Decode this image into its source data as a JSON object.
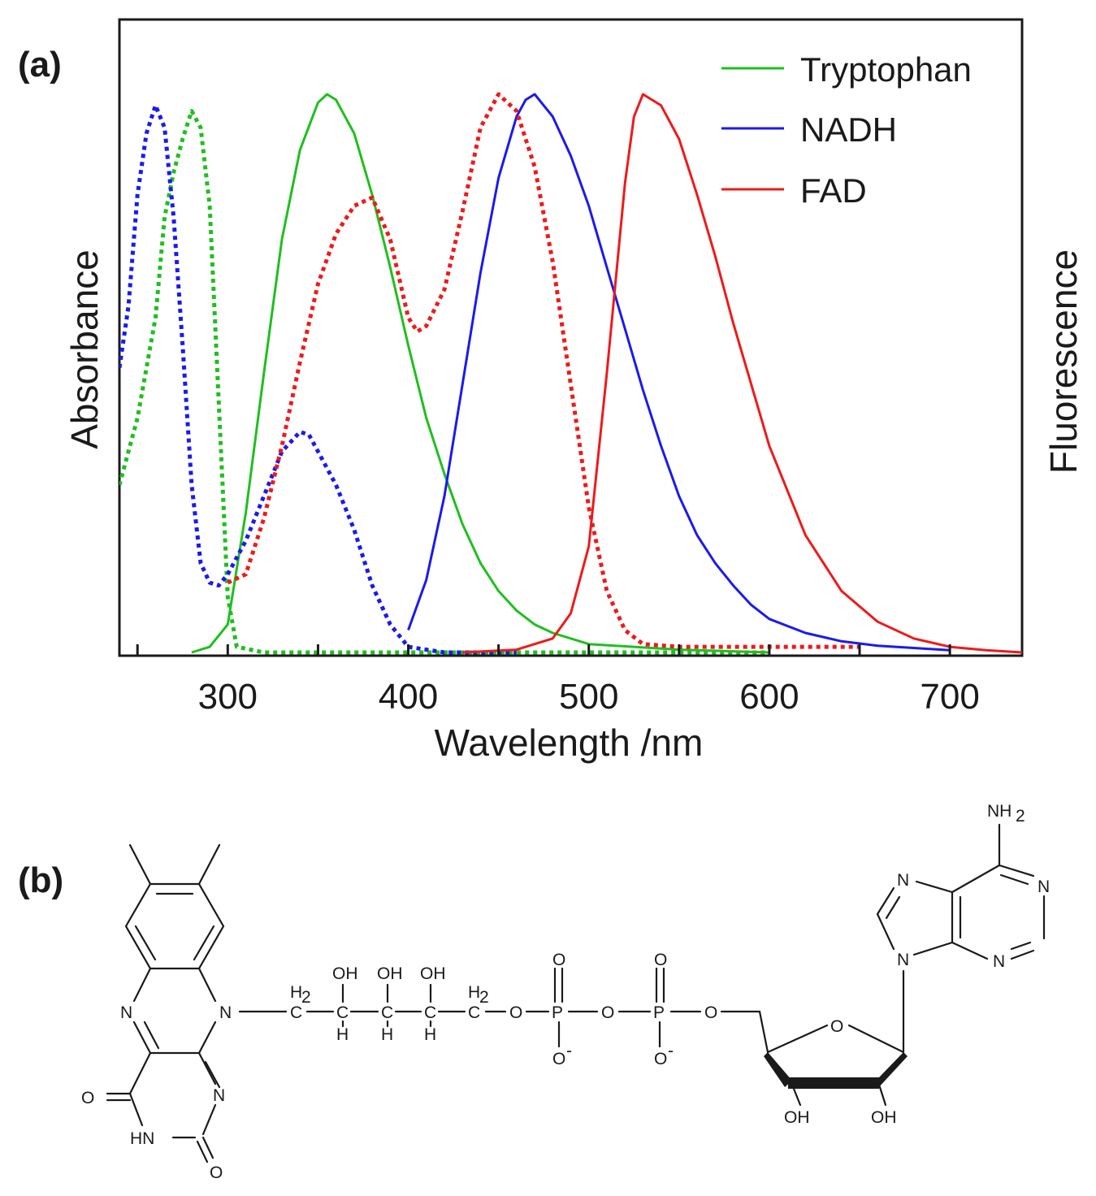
{
  "panels": {
    "a_label": "(a)",
    "b_label": "(b)"
  },
  "chart_data": {
    "type": "line",
    "title": "",
    "xlabel": "Wavelength /nm",
    "ylabel_left": "Absorbance",
    "ylabel_right": "Fluorescence",
    "xlim": [
      240,
      740
    ],
    "ylim": [
      0,
      1
    ],
    "xticks": [
      300,
      400,
      500,
      600,
      700
    ],
    "xtick_labels": [
      "300",
      "400",
      "500",
      "600",
      "700"
    ],
    "legend_position": "top-right",
    "legend_note_style": "solid",
    "series": [
      {
        "name": "Tryptophan",
        "kind": "absorbance",
        "color": "#1fbf1f",
        "dash": "dotted",
        "points": [
          [
            240,
            0.3
          ],
          [
            250,
            0.42
          ],
          [
            260,
            0.6
          ],
          [
            265,
            0.78
          ],
          [
            270,
            0.86
          ],
          [
            275,
            0.92
          ],
          [
            280,
            0.97
          ],
          [
            285,
            0.94
          ],
          [
            290,
            0.8
          ],
          [
            295,
            0.45
          ],
          [
            300,
            0.1
          ],
          [
            305,
            0.01
          ],
          [
            320,
            0.0
          ],
          [
            380,
            0.0
          ],
          [
            420,
            0.0
          ],
          [
            500,
            0.0
          ],
          [
            600,
            0.0
          ]
        ]
      },
      {
        "name": "Tryptophan",
        "kind": "fluorescence",
        "color": "#1fbf1f",
        "dash": "solid",
        "points": [
          [
            280,
            0.0
          ],
          [
            290,
            0.01
          ],
          [
            300,
            0.05
          ],
          [
            310,
            0.25
          ],
          [
            320,
            0.5
          ],
          [
            330,
            0.74
          ],
          [
            340,
            0.9
          ],
          [
            350,
            0.985
          ],
          [
            355,
            1.0
          ],
          [
            360,
            0.99
          ],
          [
            370,
            0.93
          ],
          [
            380,
            0.82
          ],
          [
            390,
            0.69
          ],
          [
            400,
            0.55
          ],
          [
            410,
            0.42
          ],
          [
            420,
            0.32
          ],
          [
            430,
            0.23
          ],
          [
            440,
            0.16
          ],
          [
            450,
            0.11
          ],
          [
            460,
            0.075
          ],
          [
            470,
            0.05
          ],
          [
            480,
            0.035
          ],
          [
            490,
            0.025
          ],
          [
            500,
            0.015
          ],
          [
            550,
            0.005
          ],
          [
            600,
            0.0
          ]
        ]
      },
      {
        "name": "NADH",
        "kind": "absorbance",
        "color": "#1a1aee",
        "dash": "dotted",
        "points": [
          [
            240,
            0.51
          ],
          [
            245,
            0.62
          ],
          [
            250,
            0.82
          ],
          [
            255,
            0.93
          ],
          [
            260,
            0.98
          ],
          [
            265,
            0.94
          ],
          [
            270,
            0.78
          ],
          [
            275,
            0.55
          ],
          [
            280,
            0.3
          ],
          [
            285,
            0.16
          ],
          [
            290,
            0.125
          ],
          [
            295,
            0.12
          ],
          [
            300,
            0.14
          ],
          [
            310,
            0.2
          ],
          [
            320,
            0.28
          ],
          [
            330,
            0.36
          ],
          [
            340,
            0.395
          ],
          [
            345,
            0.39
          ],
          [
            350,
            0.36
          ],
          [
            360,
            0.3
          ],
          [
            370,
            0.22
          ],
          [
            380,
            0.12
          ],
          [
            390,
            0.05
          ],
          [
            400,
            0.01
          ],
          [
            420,
            0.0
          ],
          [
            460,
            0.0
          ]
        ]
      },
      {
        "name": "NADH",
        "kind": "fluorescence",
        "color": "#1a1aee",
        "dash": "solid",
        "points": [
          [
            400,
            0.04
          ],
          [
            410,
            0.13
          ],
          [
            420,
            0.28
          ],
          [
            430,
            0.48
          ],
          [
            440,
            0.68
          ],
          [
            450,
            0.85
          ],
          [
            460,
            0.96
          ],
          [
            465,
            0.99
          ],
          [
            470,
            1.0
          ],
          [
            480,
            0.96
          ],
          [
            490,
            0.89
          ],
          [
            500,
            0.8
          ],
          [
            510,
            0.69
          ],
          [
            520,
            0.58
          ],
          [
            530,
            0.47
          ],
          [
            540,
            0.37
          ],
          [
            550,
            0.28
          ],
          [
            560,
            0.21
          ],
          [
            570,
            0.16
          ],
          [
            580,
            0.12
          ],
          [
            590,
            0.085
          ],
          [
            600,
            0.06
          ],
          [
            620,
            0.035
          ],
          [
            640,
            0.02
          ],
          [
            660,
            0.012
          ],
          [
            680,
            0.008
          ],
          [
            700,
            0.004
          ]
        ]
      },
      {
        "name": "FAD",
        "kind": "absorbance",
        "color": "#ee1a1a",
        "dash": "dotted",
        "points": [
          [
            300,
            0.125
          ],
          [
            310,
            0.14
          ],
          [
            320,
            0.24
          ],
          [
            330,
            0.37
          ],
          [
            340,
            0.52
          ],
          [
            350,
            0.66
          ],
          [
            360,
            0.75
          ],
          [
            370,
            0.8
          ],
          [
            380,
            0.815
          ],
          [
            390,
            0.74
          ],
          [
            400,
            0.6
          ],
          [
            405,
            0.575
          ],
          [
            410,
            0.585
          ],
          [
            420,
            0.65
          ],
          [
            430,
            0.79
          ],
          [
            440,
            0.94
          ],
          [
            450,
            1.0
          ],
          [
            460,
            0.97
          ],
          [
            470,
            0.87
          ],
          [
            480,
            0.7
          ],
          [
            490,
            0.48
          ],
          [
            500,
            0.26
          ],
          [
            510,
            0.11
          ],
          [
            520,
            0.04
          ],
          [
            530,
            0.015
          ],
          [
            550,
            0.01
          ],
          [
            650,
            0.01
          ]
        ]
      },
      {
        "name": "FAD",
        "kind": "fluorescence",
        "color": "#ee1a1a",
        "dash": "solid",
        "points": [
          [
            430,
            0.0
          ],
          [
            460,
            0.005
          ],
          [
            480,
            0.025
          ],
          [
            490,
            0.07
          ],
          [
            500,
            0.19
          ],
          [
            510,
            0.5
          ],
          [
            520,
            0.84
          ],
          [
            525,
            0.96
          ],
          [
            530,
            1.0
          ],
          [
            540,
            0.98
          ],
          [
            550,
            0.92
          ],
          [
            560,
            0.82
          ],
          [
            570,
            0.71
          ],
          [
            580,
            0.59
          ],
          [
            590,
            0.48
          ],
          [
            600,
            0.37
          ],
          [
            620,
            0.21
          ],
          [
            640,
            0.11
          ],
          [
            660,
            0.055
          ],
          [
            680,
            0.025
          ],
          [
            700,
            0.01
          ],
          [
            720,
            0.004
          ],
          [
            740,
            0.0
          ]
        ]
      }
    ]
  },
  "molecule": {
    "atoms": {
      "n_left": "N",
      "n_center": "N",
      "n_ring_lower": "N",
      "hn": "HN",
      "o_left": "O",
      "o_bottom": "O",
      "h2_a": "H",
      "h2_a_sub": "2",
      "c_a": "C",
      "oh_1": "OH",
      "oh_2": "OH",
      "oh_3": "OH",
      "c_1": "C",
      "c_2": "C",
      "c_3": "C",
      "h_1": "H",
      "h_2": "H",
      "h_3": "H",
      "h2_b": "H",
      "h2_b_sub": "2",
      "c_b": "C",
      "o_link1": "O",
      "p_1": "P",
      "o_link2": "O",
      "p_2": "P",
      "o_link3": "O",
      "o_top1": "O",
      "o_top2": "O",
      "o_neg1": "O",
      "o_neg1_sup": "-",
      "o_neg2": "O",
      "o_neg2_sup": "-",
      "o_ring": "O",
      "oh_sugar1": "OH",
      "oh_sugar2": "OH",
      "n_ade_9": "N",
      "n_ade_7": "N",
      "n_ade_1": "N",
      "n_ade_3": "N",
      "nh2": "NH",
      "nh2_sub": "2"
    }
  }
}
